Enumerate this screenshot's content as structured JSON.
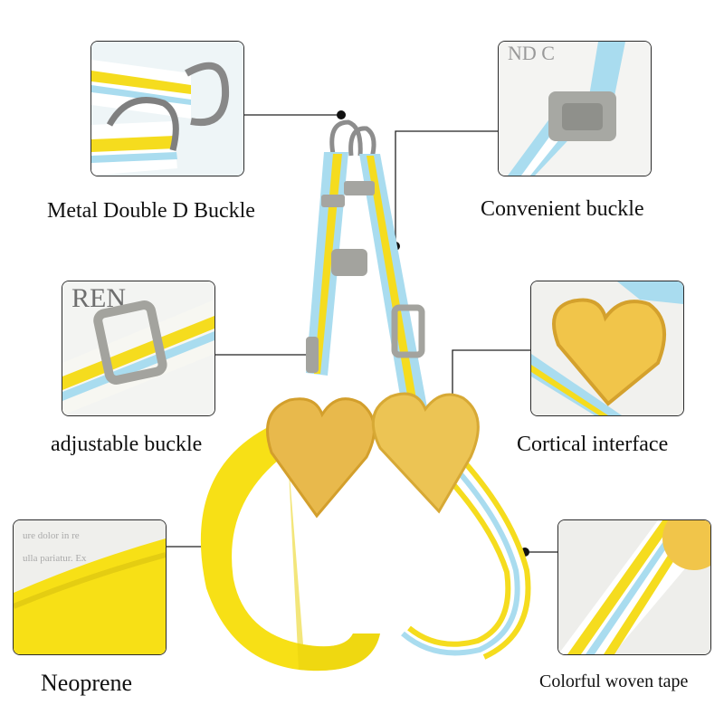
{
  "callouts": {
    "metal_buckle": "Metal Double D Buckle",
    "convenient_buckle": "Convenient buckle",
    "adjustable_buckle": "adjustable buckle",
    "cortical_interface": "Cortical interface",
    "neoprene": "Neoprene",
    "woven_tape": "Colorful woven tape"
  },
  "colors": {
    "accent_yellow": "#f5dc1e",
    "tape_blue": "#9fd6ea",
    "heart_patch": "#f2c94c",
    "buckle_grey": "#9a9a96"
  }
}
